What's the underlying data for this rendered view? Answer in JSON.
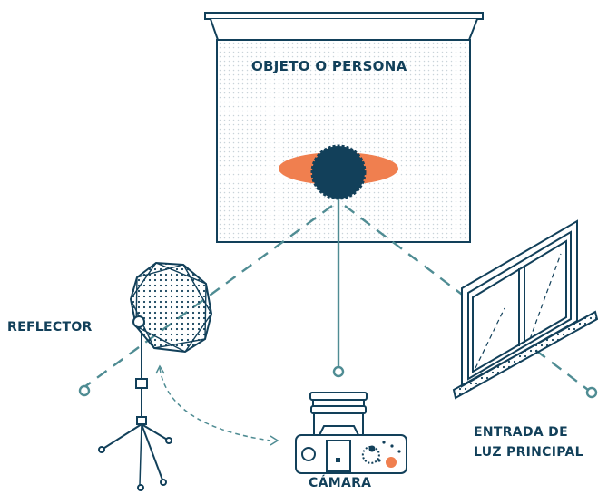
{
  "diagram": {
    "subject_label": "OBJETO O PERSONA",
    "reflector_label": "REFLECTOR",
    "main_light_label_line1": "ENTRADA DE",
    "main_light_label_line2": "LUZ PRINCIPAL",
    "camera_label": "CÁMARA"
  },
  "colors": {
    "navy": "#12405a",
    "teal": "#4f8c93",
    "orange": "#f07f4f",
    "backdrop_dots": "#c9d3d9"
  },
  "icons": [
    "backdrop-icon",
    "subject-head-icon",
    "softbox-reflector-icon",
    "window-icon",
    "camera-icon"
  ]
}
